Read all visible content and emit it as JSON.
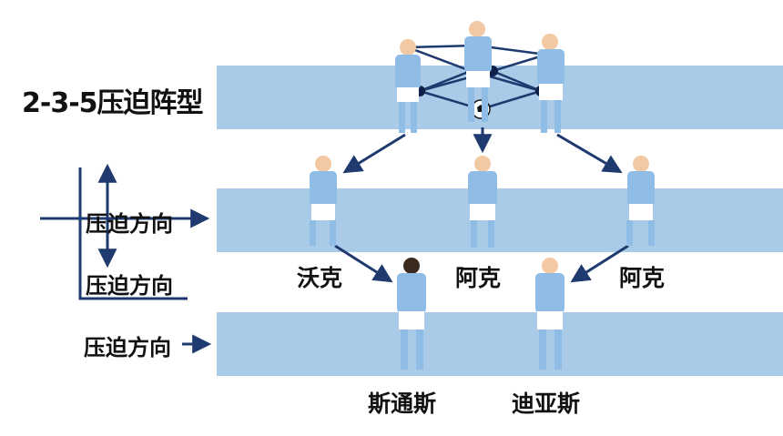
{
  "title": "2-3-5压迫阵型",
  "legend": {
    "press_dir_1": "压迫方向",
    "press_dir_2": "压迫方向",
    "press_dir_3": "压迫方向"
  },
  "players": {
    "walker": "沃克",
    "ake_center": "阿克",
    "ake_right": "阿克",
    "stones": "斯通斯",
    "dias": "迪亚斯"
  },
  "colors": {
    "band": "#a9cbe8",
    "arrow": "#1f3a6e",
    "kit_sky": "#8fbde6",
    "shorts": "#ffffff"
  }
}
